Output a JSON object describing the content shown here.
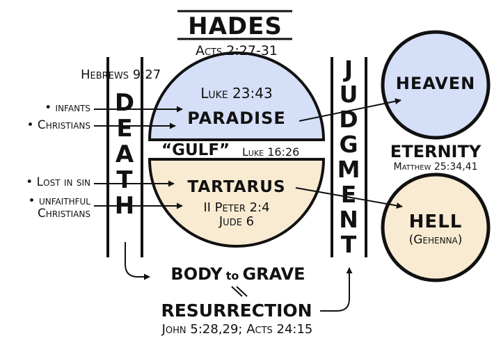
{
  "hades": {
    "title": "HADES",
    "reference": "Acts 2:27-31"
  },
  "death": {
    "reference": "Hebrews 9:27",
    "letters": [
      "D",
      "E",
      "A",
      "T",
      "H"
    ]
  },
  "judgment": {
    "letters": [
      "J",
      "U",
      "D",
      "G",
      "M",
      "E",
      "N",
      "T"
    ]
  },
  "inputs_upper": [
    "• infants",
    "• Christians"
  ],
  "inputs_lower": [
    "• Lost in sin",
    "• unfaithful",
    "Christians"
  ],
  "paradise": {
    "reference": "Luke 23:43",
    "label": "PARADISE",
    "color": "#d5dff8"
  },
  "gulf": {
    "label": "“GULF”",
    "reference": "Luke 16:26"
  },
  "tartarus": {
    "label": "TARTARUS",
    "reference1": "II Peter 2:4",
    "reference2": "Jude 6",
    "color": "#f9ebd2"
  },
  "heaven": {
    "label": "HEAVEN",
    "color": "#d5dff8"
  },
  "eternity": {
    "label": "ETERNITY",
    "reference": "Matthew 25:34,41"
  },
  "hell": {
    "label": "HELL",
    "sublabel": "(Gehenna)",
    "color": "#f9ebd2"
  },
  "body_to_grave": {
    "part1": "BODY",
    "part2": "to",
    "part3": "GRAVE"
  },
  "resurrection": {
    "label": "RESURRECTION",
    "reference": "John 5:28,29; Acts 24:15"
  }
}
